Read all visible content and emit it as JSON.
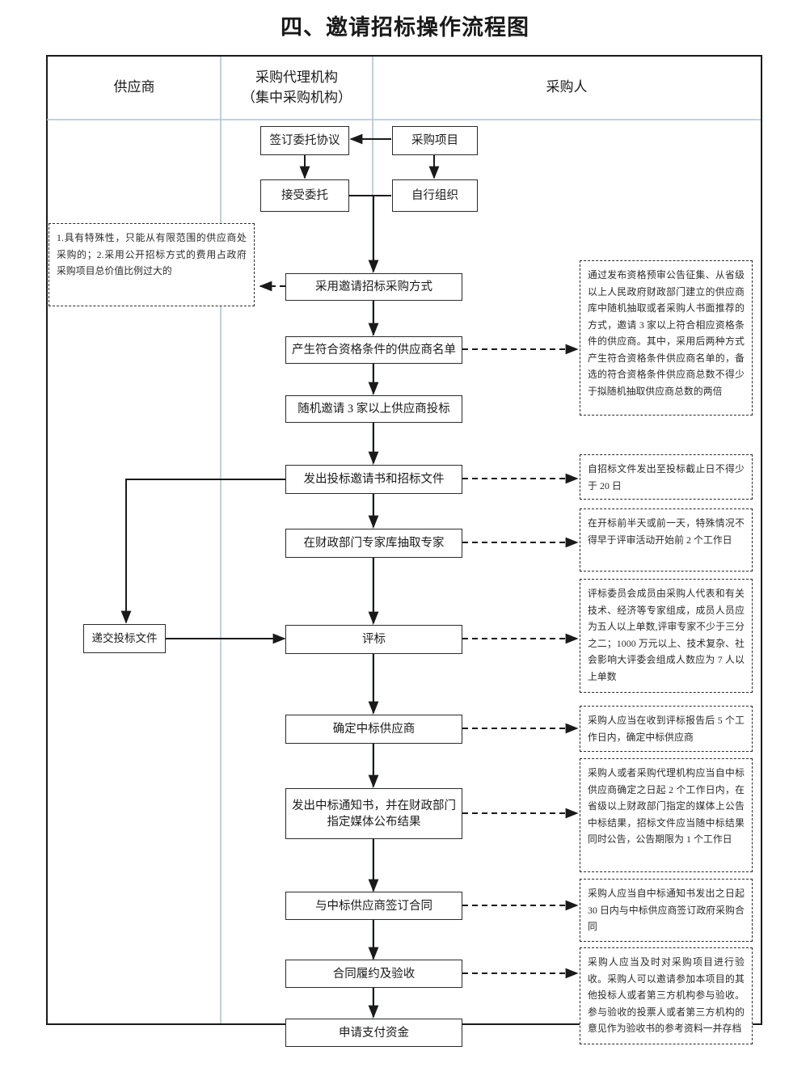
{
  "title": "四、邀请招标操作流程图",
  "lanes": [
    {
      "id": "supplier",
      "label": "供应商"
    },
    {
      "id": "agency",
      "label": "采购代理机构",
      "label2": "（集中采购机构）"
    },
    {
      "id": "purchaser",
      "label": "采购人"
    }
  ],
  "nodes": [
    {
      "id": "sign-entrust-agreement",
      "label": "签订委托协议"
    },
    {
      "id": "procurement-project",
      "label": "采购项目"
    },
    {
      "id": "accept-entrust",
      "label": "接受委托"
    },
    {
      "id": "self-organize",
      "label": "自行组织"
    },
    {
      "id": "adopt-invited-bidding",
      "label": "采用邀请招标采购方式"
    },
    {
      "id": "generate-qualified-supplier-list",
      "label": "产生符合资格条件的供应商名单"
    },
    {
      "id": "invite-three-suppliers",
      "label": "随机邀请 3 家以上供应商投标"
    },
    {
      "id": "issue-invitation-and-documents",
      "label": "发出投标邀请书和招标文件"
    },
    {
      "id": "draw-experts",
      "label": "在财政部门专家库抽取专家"
    },
    {
      "id": "submit-bid-documents",
      "label": "递交投标文件"
    },
    {
      "id": "bid-evaluation",
      "label": "评标"
    },
    {
      "id": "determine-winning-supplier",
      "label": "确定中标供应商"
    },
    {
      "id": "issue-award-notice",
      "label": "发出中标通知书，并在财政部门指定媒体公布结果"
    },
    {
      "id": "sign-contract",
      "label": "与中标供应商签订合同"
    },
    {
      "id": "contract-performance-acceptance",
      "label": "合同履约及验收"
    },
    {
      "id": "apply-payment",
      "label": "申请支付资金"
    }
  ],
  "notes": [
    {
      "id": "note-invited-bidding-conditions",
      "text": "1.具有特殊性，只能从有限范围的供应商处采购的；2.采用公开招标方式的费用占政府采购项目总价值比例过大的"
    },
    {
      "id": "note-supplier-list-method",
      "text": "通过发布资格预审公告征集、从省级以上人民政府财政部门建立的供应商库中随机抽取或者采购人书面推荐的方式，邀请 3 家以上符合相应资格条件的供应商。其中，采用后两种方式产生符合资格条件供应商名单的，备选的符合资格条件供应商总数不得少于拟随机抽取供应商总数的两倍"
    },
    {
      "id": "note-bid-deadline",
      "text": "自招标文件发出至投标截止日不得少于 20 日"
    },
    {
      "id": "note-expert-draw-time",
      "text": "在开标前半天或前一天，特殊情况不得早于评审活动开始前 2 个工作日"
    },
    {
      "id": "note-evaluation-committee",
      "text": "评标委员会成员由采购人代表和有关技术、经济等专家组成，成员人员应为五人以上单数,评审专家不少于三分之二；1000 万元以上、技术复杂、社会影响大评委会组成人数应为 7 人以上单数"
    },
    {
      "id": "note-determine-winner-time",
      "text": "采购人应当在收到评标报告后 5 个工作日内，确定中标供应商"
    },
    {
      "id": "note-publish-result",
      "text": "采购人或者采购代理机构应当自中标供应商确定之日起 2 个工作日内，在省级以上财政部门指定的媒体上公告中标结果，招标文件应当随中标结果同时公告，公告期限为 1 个工作日"
    },
    {
      "id": "note-contract-sign-time",
      "text": "采购人应当自中标通知书发出之日起 30 日内与中标供应商签订政府采购合同"
    },
    {
      "id": "note-acceptance",
      "text": "采购人应当及时对采购项目进行验收。采购人可以邀请参加本项目的其他投标人或者第三方机构参与验收。参与验收的投票人或者第三方机构的意见作为验收书的参考资料一并存档"
    }
  ],
  "colors": {
    "frame": "#1a1a1a",
    "lane_divider": "#a9c6d6",
    "node_border": "#2b2b2b",
    "note_border": "#2b2b2b",
    "arrow": "#1a1a1a",
    "background": "#ffffff"
  }
}
